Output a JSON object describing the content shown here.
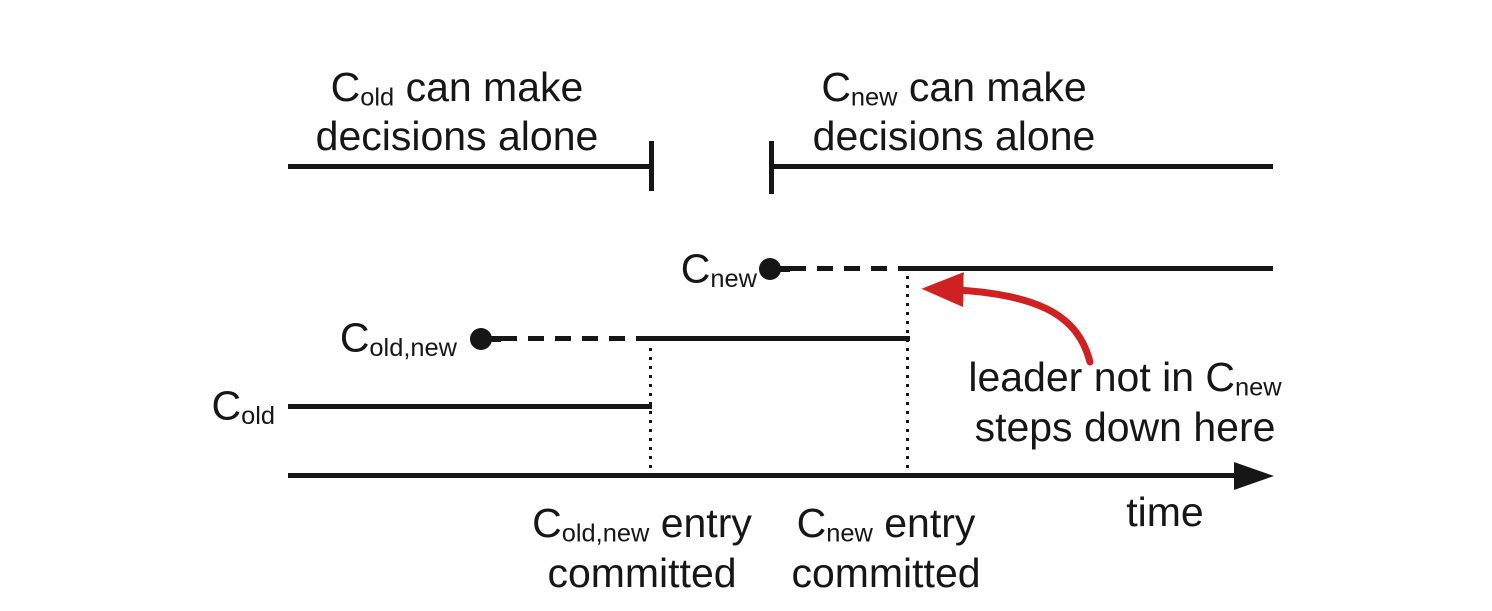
{
  "figure": {
    "description": "Timeline of a cluster configuration change using joint consensus",
    "colors": {
      "ink": "#161616",
      "arrow_red": "#cf2121",
      "background": "#ffffff"
    }
  },
  "brackets": {
    "left": {
      "base": "C",
      "sub": "old",
      "line1_rest": " can make",
      "line2": "decisions alone"
    },
    "right": {
      "base": "C",
      "sub": "new",
      "line1_rest": " can make",
      "line2": "decisions alone"
    }
  },
  "rows": {
    "cnew": {
      "base": "C",
      "sub": "new"
    },
    "coldnew": {
      "base": "C",
      "sub": "old,new"
    },
    "cold": {
      "base": "C",
      "sub": "old"
    }
  },
  "events": {
    "first": {
      "base": "C",
      "sub": "old,new",
      "line1_rest": " entry",
      "line2": "committed"
    },
    "second": {
      "base": "C",
      "sub": "new",
      "line1_rest": " entry",
      "line2": "committed"
    }
  },
  "callout": {
    "line1_pre": "leader not in ",
    "base": "C",
    "sub": "new",
    "line2": "steps down here"
  },
  "axis": {
    "label": "time"
  }
}
